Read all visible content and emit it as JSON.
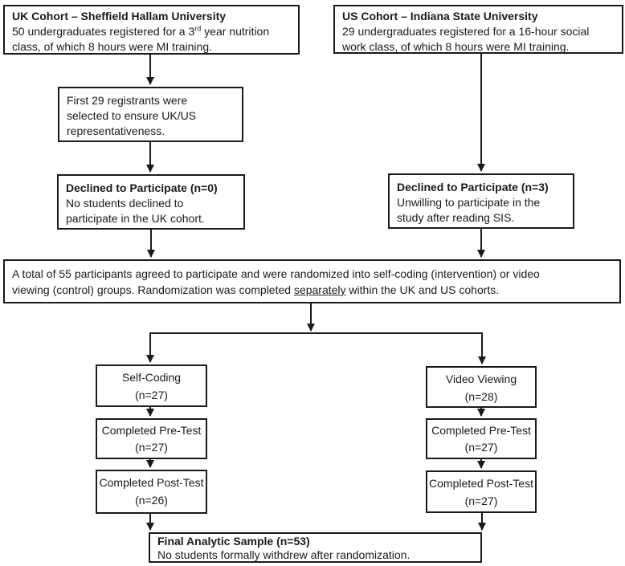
{
  "colors": {
    "border": "#1a1a1a",
    "text": "#1a1a1a",
    "background": "#ffffff"
  },
  "boxes": {
    "uk_cohort": {
      "title": "UK Cohort – Sheffield Hallam University",
      "line2_before_sup": "50 undergraduates registered for a 3",
      "superscript": "rd",
      "line2_after_sup": " year nutrition",
      "line3": "class, of which 8 hours were MI training."
    },
    "us_cohort": {
      "title": "US Cohort – Indiana State University",
      "line2": "29 undergraduates registered for a 16-hour social",
      "line3": "work class, of which 8 hours were MI training."
    },
    "selection": {
      "line1": "First 29 registrants were",
      "line2": "selected to ensure UK/US",
      "line3": "representativeness."
    },
    "declined_uk": {
      "title": "Declined to Participate (n=0)",
      "line2": "No students declined to",
      "line3": "participate in the UK cohort."
    },
    "declined_us": {
      "title": "Declined to Participate (n=3)",
      "line2": "Unwilling to participate in the",
      "line3": "study after reading SIS."
    },
    "randomization": {
      "line1": "A total of 55 participants agreed to participate and were randomized into self-coding (intervention) or video",
      "line2_before_underline": "viewing (control) groups. Randomization was completed ",
      "underlined_word": "separately",
      "line2_after_underline": " within the UK and US cohorts."
    },
    "self_coding": {
      "line1": "Self-Coding",
      "line2": "(n=27)"
    },
    "video_viewing": {
      "line1": "Video Viewing",
      "line2": "(n=28)"
    },
    "pre_test_left": {
      "line1": "Completed Pre-Test",
      "line2": "(n=27)"
    },
    "pre_test_right": {
      "line1": "Completed Pre-Test",
      "line2": "(n=27)"
    },
    "post_test_left": {
      "line1": "Completed Post-Test",
      "line2": "(n=26)"
    },
    "post_test_right": {
      "line1": "Completed Post-Test",
      "line2": "(n=27)"
    },
    "final_sample": {
      "title": "Final Analytic Sample (n=53)",
      "line2": "No students formally withdrew after randomization."
    }
  }
}
